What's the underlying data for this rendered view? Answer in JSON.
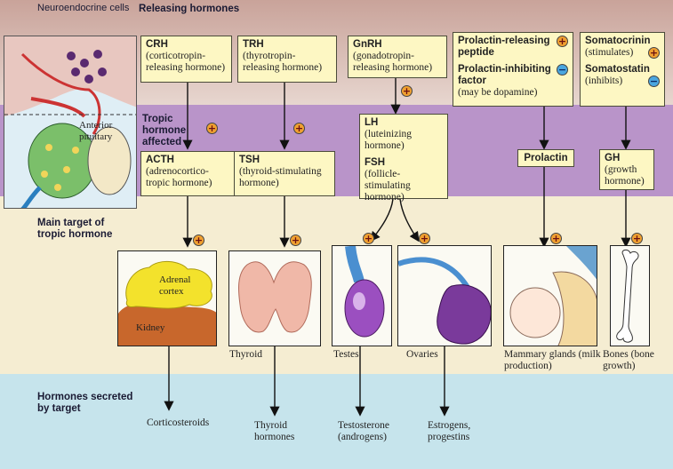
{
  "bands": {
    "neuroendocrine": "Neuroendocrine cells",
    "releasing": "Releasing hormones",
    "tropic": "Tropic hormone affected",
    "main_target": "Main target of tropic hormone",
    "secreted": "Hormones secreted by target"
  },
  "pituitary_label": "Anterior pituitary",
  "releasing": [
    {
      "abbr": "CRH",
      "desc": "(corticotropin-releasing hormone)"
    },
    {
      "abbr": "TRH",
      "desc": "(thyrotropin-releasing hormone)"
    },
    {
      "abbr": "GnRH",
      "desc": "(gonadotropin-releasing hormone)"
    }
  ],
  "prolactin_box": {
    "releasing": "Prolactin-releasing peptide",
    "inhibiting": "Prolactin-inhibiting factor",
    "inhibiting_note": "(may be dopamine)"
  },
  "somato_box": {
    "somatocrinin": "Somatocrinin",
    "somatocrinin_note": "(stimulates)",
    "somatostatin": "Somatostatin",
    "somatostatin_note": "(inhibits)"
  },
  "tropic": [
    {
      "abbr": "ACTH",
      "desc": "(adrenocortico-tropic hormone)"
    },
    {
      "abbr": "TSH",
      "desc": "(thyroid-stimulating hormone)"
    },
    {
      "abbr": "LH",
      "desc": "(luteinizing hormone)"
    },
    {
      "abbr": "FSH",
      "desc": "(follicle-stimulating hormone)"
    },
    {
      "abbr": "Prolactin",
      "desc": ""
    },
    {
      "abbr": "GH",
      "desc": "(growth hormone)"
    }
  ],
  "organs": {
    "adrenal_cortex": "Adrenal cortex",
    "kidney": "Kidney",
    "thyroid": "Thyroid",
    "testes": "Testes",
    "ovaries": "Ovaries",
    "mammary": "Mammary glands (milk production)",
    "bones": "Bones (bone growth)"
  },
  "secreted": {
    "corticosteroids": "Corticosteroids",
    "thyroid_hormones": "Thyroid hormones",
    "testosterone": "Testosterone (androgens)",
    "estrogens": "Estrogens, progestins"
  },
  "signs": {
    "plus": "+",
    "minus": "−"
  },
  "colors": {
    "releasing_band": "#c9a39a",
    "tropic_band": "#b994c9",
    "target_band": "#f5edd2",
    "secreted_band": "#c6e4ec",
    "box_fill": "#fdf7c3",
    "stimulate_sign": "#f0a030",
    "inhibit_sign": "#4aa6df"
  }
}
